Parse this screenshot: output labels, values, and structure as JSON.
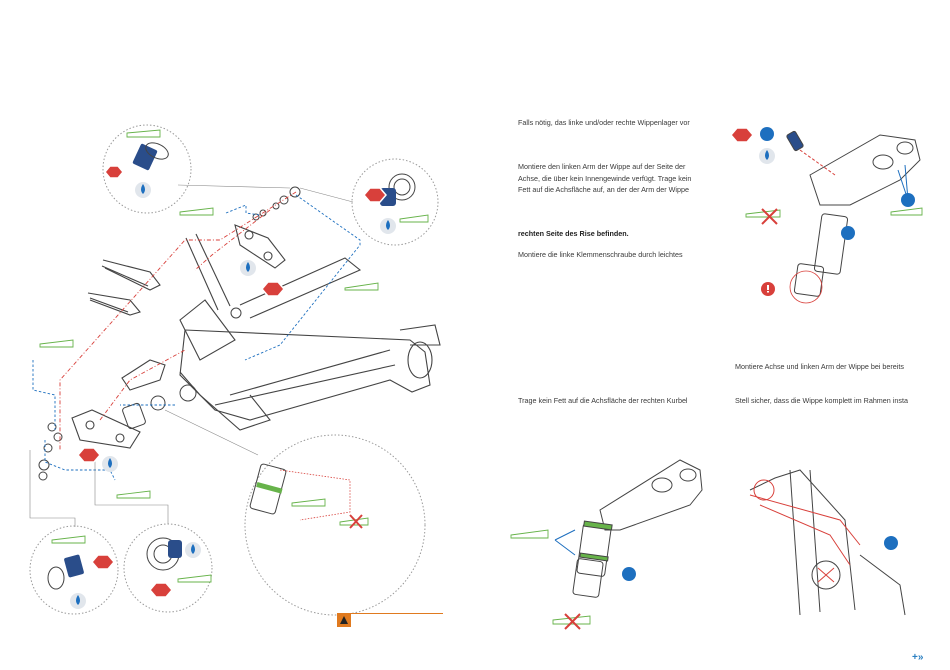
{
  "text": {
    "p1": "Falls nötig, das linke und/oder rechte Wippenlager vor",
    "p2a": "Montiere den linken Arm der Wippe auf der Seite der",
    "p2b": "Achse, die über kein Innengewinde verfügt. Trage kein",
    "p2c": "Fett auf die Achsfläche auf, an der der Arm der Wippe",
    "p3": "rechten Seite des Rise befinden.",
    "p4": "Montiere die linke Klemmenschraube durch leichtes",
    "p5": "Trage kein Fett auf die Achsfläche der rechten Kurbel",
    "p6": "Montiere Achse und linken Arm der Wippe bei bereits",
    "p7": "Stell sicher, dass die Wippe komplett im Rahmen insta"
  },
  "icons": {
    "grease": "grease-tube-icon",
    "no_grease": "no-grease-icon",
    "torque": "torque-hex-icon",
    "thread_lock": "thread-lock-drop-icon",
    "step": "step-marker-icon",
    "warning": "warning-triangle-icon",
    "next": "next-page-icon"
  },
  "nav": {
    "next_label": "+»"
  },
  "colors": {
    "blue": "#1d6fbf",
    "red": "#d8403b",
    "green": "#67b34a",
    "orange": "#e07a1f",
    "line": "#555555"
  }
}
